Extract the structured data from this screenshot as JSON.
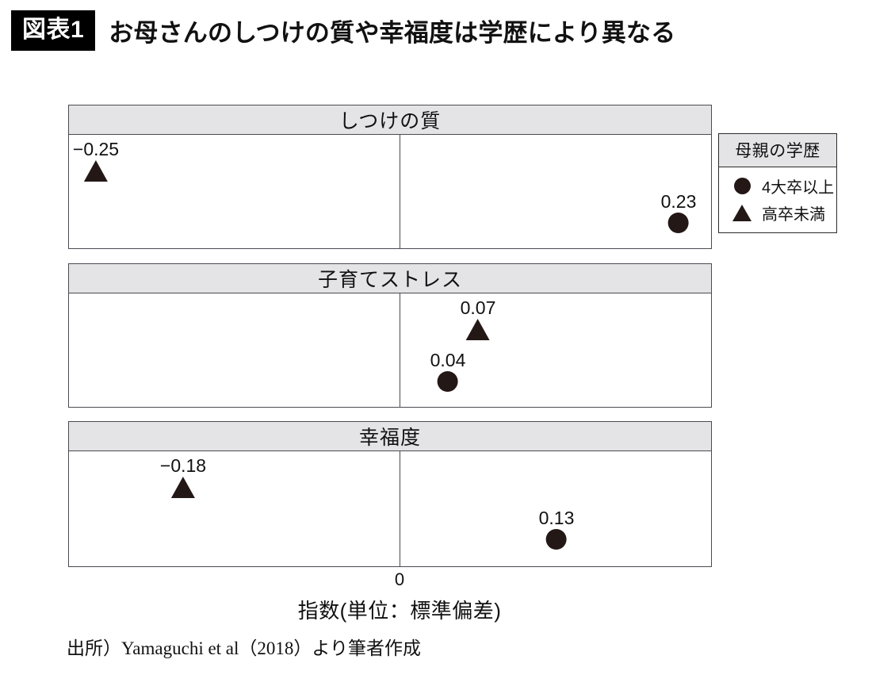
{
  "header": {
    "badge": "図表1",
    "title": "お母さんのしつけの質や幸福度は学歴により異なる"
  },
  "legend": {
    "title": "母親の学歴",
    "items": [
      {
        "glyph": "circle-marker-icon",
        "label": "4大卒以上"
      },
      {
        "glyph": "triangle-marker-icon",
        "label": "高卒未満"
      }
    ]
  },
  "axis": {
    "zero_tick": "0",
    "label": "指数(単位：標準偏差)"
  },
  "source": "出所）Yamaguchi et al（2018）より筆者作成",
  "panels": [
    {
      "title": "しつけの質",
      "points": [
        {
          "series": "高卒未満",
          "glyph": "triangle",
          "value": -0.25,
          "label": "−0.25"
        },
        {
          "series": "4大卒以上",
          "glyph": "circle",
          "value": 0.23,
          "label": "0.23"
        }
      ]
    },
    {
      "title": "子育てストレス",
      "points": [
        {
          "series": "高卒未満",
          "glyph": "triangle",
          "value": 0.07,
          "label": "0.07"
        },
        {
          "series": "4大卒以上",
          "glyph": "circle",
          "value": 0.04,
          "label": "0.04"
        }
      ]
    },
    {
      "title": "幸福度",
      "points": [
        {
          "series": "高卒未満",
          "glyph": "triangle",
          "value": -0.18,
          "label": "−0.18"
        },
        {
          "series": "4大卒以上",
          "glyph": "circle",
          "value": 0.13,
          "label": "0.13"
        }
      ]
    }
  ],
  "chart_data": {
    "type": "scatter",
    "title": "お母さんのしつけの質や幸福度は学歴により異なる",
    "xlabel": "指数(単位：標準偏差)",
    "ylabel": "",
    "xlim": [
      -0.2738,
      0.2561
    ],
    "xticks": [
      0
    ],
    "xticklabels": [
      "0"
    ],
    "grid": false,
    "legend_position": "right",
    "legend_title": "母親の学歴",
    "panels": [
      "しつけの質",
      "子育てストレス",
      "幸福度"
    ],
    "series": [
      {
        "name": "4大卒以上",
        "marker": "circle",
        "values": [
          0.23,
          0.04,
          0.13
        ]
      },
      {
        "name": "高卒未満",
        "marker": "triangle",
        "values": [
          -0.25,
          0.07,
          -0.18
        ]
      }
    ],
    "annotations": [
      "−0.25",
      "0.23",
      "0.07",
      "0.04",
      "−0.18",
      "0.13"
    ],
    "source": "出所）Yamaguchi et al（2018）より筆者作成",
    "colors": {
      "marker": "#231815",
      "panel_header": "#e4e4e6",
      "border": "#4a4a52"
    }
  }
}
